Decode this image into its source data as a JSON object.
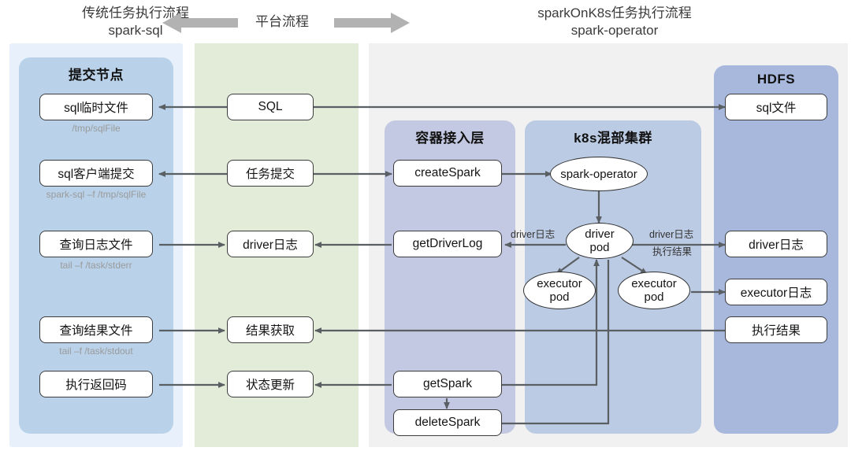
{
  "header": {
    "left": {
      "line1": "传统任务执行流程",
      "line2": "spark-sql"
    },
    "middle": {
      "label": "平台流程"
    },
    "right": {
      "line1": "sparkOnK8s任务执行流程",
      "line2": "spark-operator"
    },
    "arrow_left_icon": "arrow-left-icon",
    "arrow_right_icon": "arrow-right-icon"
  },
  "colors": {
    "submit_panel": "#b9d2ea",
    "platform_panel": "#e2ecd8",
    "access_panel": "#c3c9e2",
    "k8s_panel": "#bccbe4",
    "hdfs_panel": "#a8b8dd",
    "page_bg_left": "#e8f1fb",
    "page_bg_right": "#f1f1f1",
    "node_border": "#3c3c3c",
    "wire": "#5a5f63",
    "caption_text": "#9a9a9a",
    "header_arrow": "#b2b2b2"
  },
  "groups": {
    "submit": {
      "title": "提交节点"
    },
    "platform": {
      "title": ""
    },
    "access": {
      "title": "容器接入层"
    },
    "k8s": {
      "title": "k8s混部集群"
    },
    "hdfs": {
      "title": "HDFS"
    }
  },
  "nodes": {
    "submit": [
      {
        "id": "sql-temp-file",
        "label": "sql临时文件",
        "caption": "/tmp/sqlFile"
      },
      {
        "id": "sql-client-submit",
        "label": "sql客户端提交",
        "caption": "spark-sql –f /tmp/sqlFile"
      },
      {
        "id": "query-log-file",
        "label": "查询日志文件",
        "caption": "tail –f /task/stderr"
      },
      {
        "id": "query-result-file",
        "label": "查询结果文件",
        "caption": "tail –f /task/stdout"
      },
      {
        "id": "exec-return-code",
        "label": "执行返回码",
        "caption": ""
      }
    ],
    "platform": [
      {
        "id": "sql",
        "label": "SQL"
      },
      {
        "id": "task-submit",
        "label": "任务提交"
      },
      {
        "id": "driver-log",
        "label": "driver日志"
      },
      {
        "id": "result-fetch",
        "label": "结果获取"
      },
      {
        "id": "status-update",
        "label": "状态更新"
      }
    ],
    "access": [
      {
        "id": "create-spark",
        "label": "createSpark"
      },
      {
        "id": "get-driver-log",
        "label": "getDriverLog"
      },
      {
        "id": "get-spark",
        "label": "getSpark"
      },
      {
        "id": "delete-spark",
        "label": "deleteSpark"
      }
    ],
    "k8s": [
      {
        "id": "spark-operator",
        "label": "spark-operator",
        "shape": "ellipse"
      },
      {
        "id": "driver-pod",
        "label": "driver\npod",
        "line1": "driver",
        "line2": "pod",
        "shape": "ellipse"
      },
      {
        "id": "executor-pod-1",
        "label": "executor\npod",
        "line1": "executor",
        "line2": "pod",
        "shape": "ellipse"
      },
      {
        "id": "executor-pod-2",
        "label": "executor\npod",
        "line1": "executor",
        "line2": "pod",
        "shape": "ellipse"
      }
    ],
    "hdfs": [
      {
        "id": "hdfs-sql-file",
        "label": "sql文件"
      },
      {
        "id": "hdfs-driver-log",
        "label": "driver日志"
      },
      {
        "id": "hdfs-executor-log",
        "label": "executor日志"
      },
      {
        "id": "hdfs-exec-result",
        "label": "执行结果"
      }
    ]
  },
  "edge_labels": {
    "driver_log_left": "driver日志",
    "driver_log_right": "driver日志",
    "exec_result_right": "执行结果"
  }
}
